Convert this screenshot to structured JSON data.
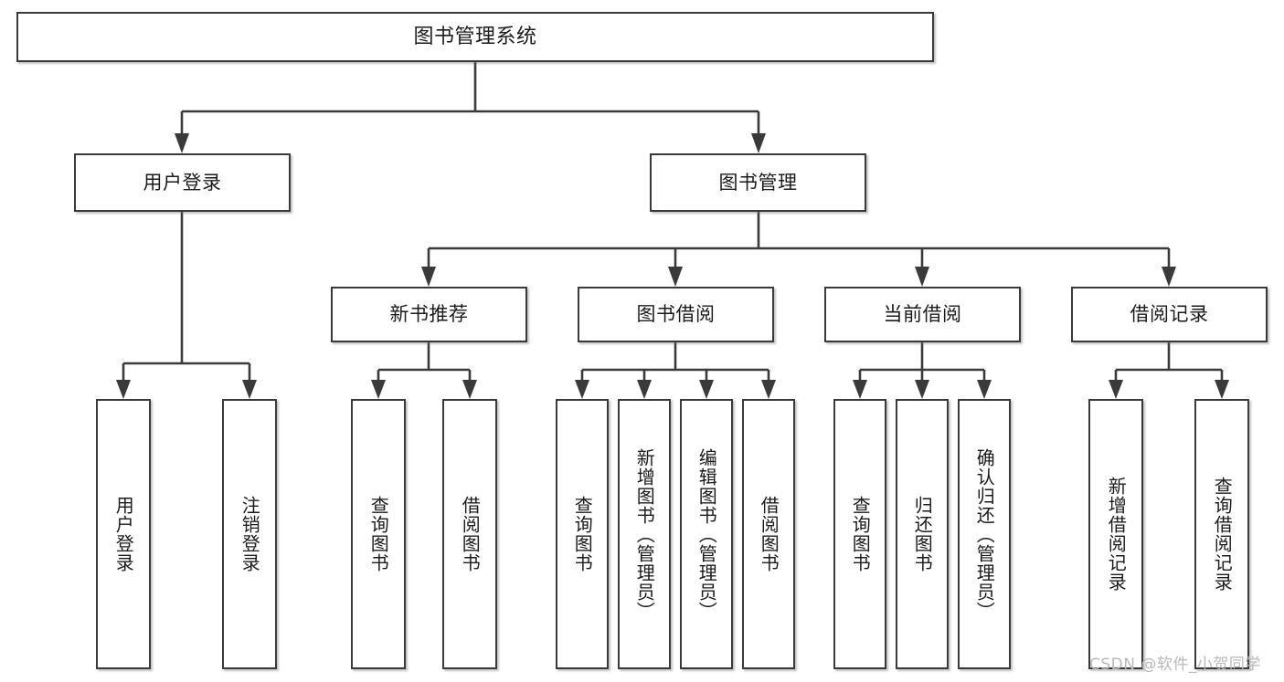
{
  "diagram": {
    "type": "tree",
    "title": "图书管理系统",
    "watermark": "CSDN @软件_小贺同学",
    "colors": {
      "stroke": "#3a3a3a",
      "box_fill": "#ffffff",
      "text": "#1b1b1b",
      "watermark": "#b9b9b9",
      "background": "#ffffff"
    },
    "nodes": {
      "root": {
        "label": "图书管理系统"
      },
      "level2": [
        {
          "label": "用户登录"
        },
        {
          "label": "图书管理"
        }
      ],
      "level3": [
        {
          "label": "新书推荐"
        },
        {
          "label": "图书借阅"
        },
        {
          "label": "当前借阅"
        },
        {
          "label": "借阅记录"
        }
      ],
      "leaves": {
        "user_login": [
          {
            "label": "用户登录"
          },
          {
            "label": "注销登录"
          }
        ],
        "new_book": [
          {
            "label": "查询图书"
          },
          {
            "label": "借阅图书"
          }
        ],
        "book_borrow": [
          {
            "label": "查询图书"
          },
          {
            "label": "新增图书（管理员）"
          },
          {
            "label": "编辑图书（管理员）"
          },
          {
            "label": "借阅图书"
          }
        ],
        "current_borrow": [
          {
            "label": "查询图书"
          },
          {
            "label": "归还图书"
          },
          {
            "label": "确认归还（管理员）"
          }
        ],
        "borrow_record": [
          {
            "label": "新增借阅记录"
          },
          {
            "label": "查询借阅记录"
          }
        ]
      }
    }
  }
}
